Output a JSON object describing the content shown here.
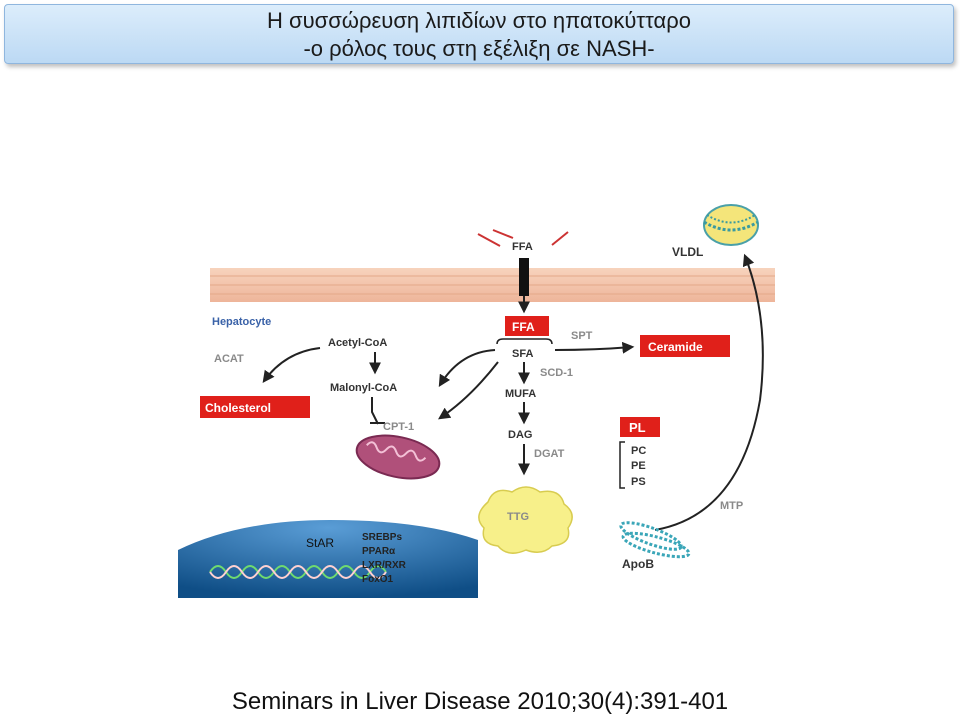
{
  "slide": {
    "title_line1": "Η συσσώρευση λιπιδίων στο ηπατοκύτταρο",
    "title_line2": "-ο ρόλος τους στη εξέλιξη σε NASH-",
    "citation": "Seminars in  Liver Disease 2010;30(4):391-401"
  },
  "diagram": {
    "ffa_top": "FFA",
    "vldl": "VLDL",
    "hepatocyte": "Hepatocyte",
    "acetyl_coa": "Acetyl-CoA",
    "acat": "ACAT",
    "malonyl_coa": "Malonyl-CoA",
    "cholesterol": "Cholesterol",
    "cpt1": "CPT-1",
    "ffa_box": "FFA",
    "spt": "SPT",
    "sfa": "SFA",
    "ceramide": "Ceramide",
    "scd1": "SCD-1",
    "mufa": "MUFA",
    "dag": "DAG",
    "dgat": "DGAT",
    "pl": "PL",
    "pc": "PC",
    "pe": "PE",
    "ps": "PS",
    "tg": "TTG",
    "mtp": "MTP",
    "apob": "ApoB",
    "star": "StAR",
    "srebps": "SREBPs",
    "ppara": "PPARα",
    "lxr_rxr": "LXR/RXR",
    "foxo1": "FoxO1"
  },
  "colors": {
    "red_box": "#e0201a",
    "membrane": "#f3c3a4",
    "nucleus": "#1f6aa6",
    "label_blue": "#3a62a8",
    "label_gray": "#8a8a8a",
    "tg_fill": "#f7f08a",
    "mito": "#b0507a"
  }
}
